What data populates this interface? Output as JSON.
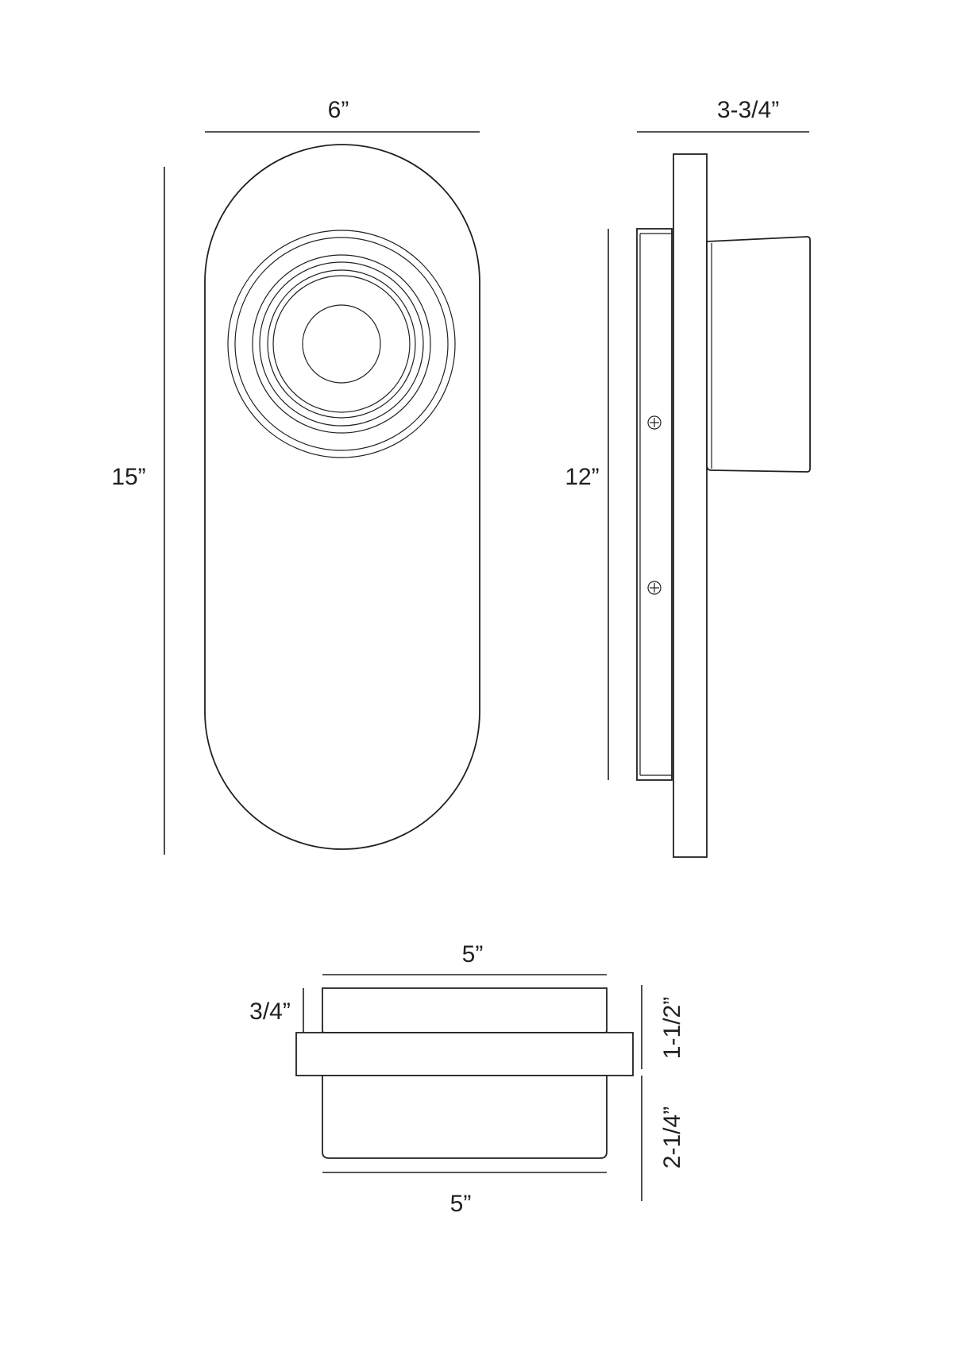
{
  "front_view": {
    "width_label": "6”",
    "height_label": "15”"
  },
  "side_view": {
    "depth_label": "3-3/4”",
    "backplate_height_label": "12”"
  },
  "bottom_view": {
    "top_width_label": "5”",
    "bottom_width_label": "5”",
    "cap_height_label": "3/4”",
    "upper_height_label": "1-1/2”",
    "lower_height_label": "2-1/4”"
  },
  "colors": {
    "line": "#231f20",
    "background": "#ffffff"
  }
}
